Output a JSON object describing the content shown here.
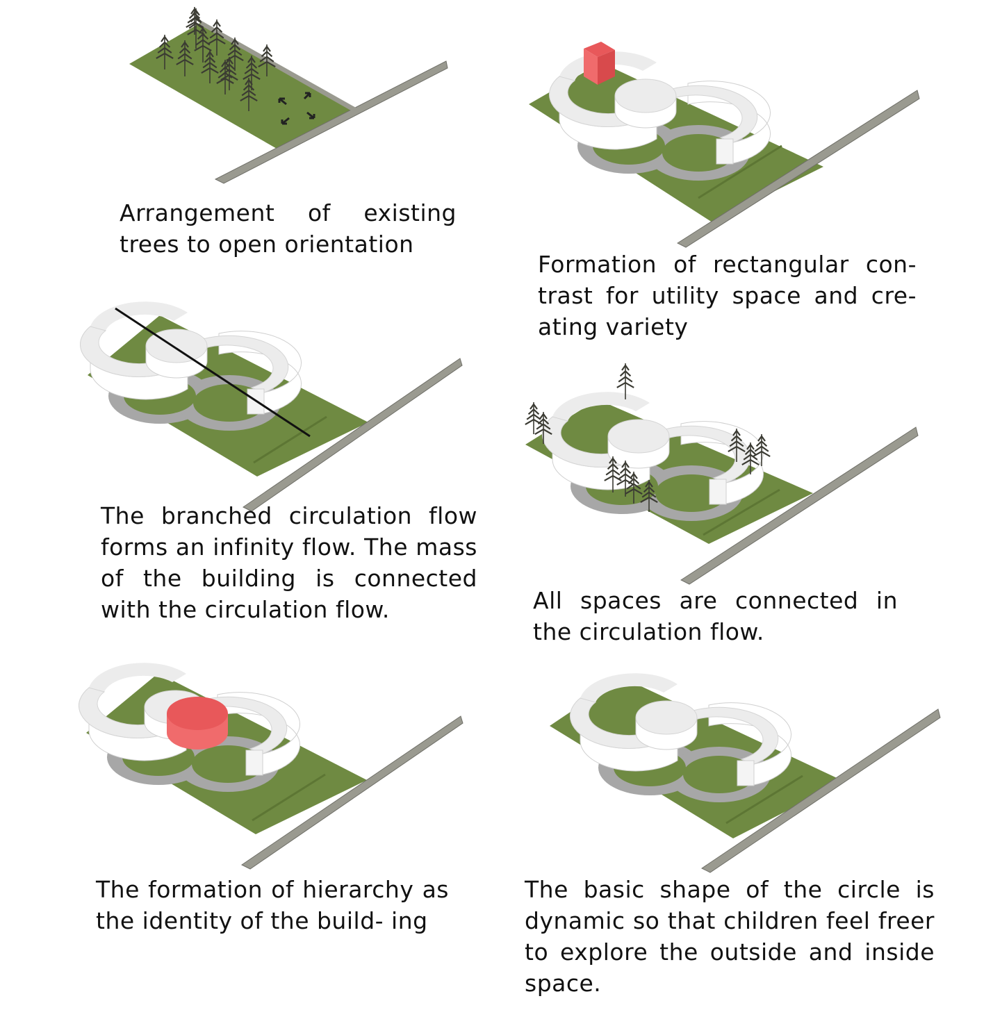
{
  "colors": {
    "grass": "#6f8a42",
    "grass_dark": "#5d7634",
    "road": "#9a9a90",
    "road_edge": "#6f6f68",
    "building_top": "#ececec",
    "building_side": "#ffffff",
    "building_inner": "#d8d8d8",
    "path": "#a7a7a7",
    "accent_red": "#e8585a",
    "accent_red_side": "#f06b6c",
    "tree": "#3b3b33"
  },
  "panels": [
    {
      "id": "existing-trees",
      "caption": "Arrangement of existing trees to open orientation",
      "accent": "none",
      "has_trees": true,
      "has_building": false
    },
    {
      "id": "rectangular-contrast",
      "caption": "Formation of rectangular con- trast for utility space and cre- ating variety",
      "accent": "rectangle",
      "has_trees": false,
      "has_building": true
    },
    {
      "id": "branched-circulation",
      "caption": "The branched circulation flow forms an infinity flow. The mass of the building is connected with the circulation flow.",
      "accent": "axis-line",
      "has_trees": false,
      "has_building": true
    },
    {
      "id": "connected-spaces",
      "caption": "All spaces are connected in the circulation flow.",
      "accent": "none",
      "has_trees": true,
      "has_building": true
    },
    {
      "id": "hierarchy",
      "caption": "The formation of hierarchy as the identity of the build- ing",
      "accent": "cylinder",
      "has_trees": false,
      "has_building": true
    },
    {
      "id": "basic-circle",
      "caption": "The basic shape of the circle is dynamic so that children feel freer to explore the outside and inside space.",
      "accent": "none",
      "has_trees": false,
      "has_building": true
    }
  ]
}
